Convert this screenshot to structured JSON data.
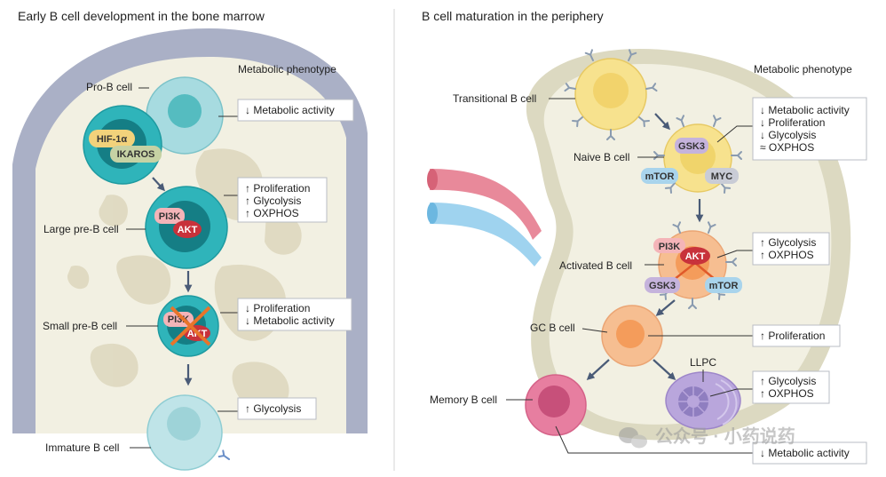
{
  "left_panel": {
    "title": "Early B cell development in the bone marrow",
    "metabolic_header": "Metabolic phenotype",
    "cells": [
      {
        "name": "Pro-B cell",
        "phenotype": [
          "↓ Metabolic activity"
        ]
      },
      {
        "name": "Large pre-B cell",
        "phenotype": [
          "↑ Proliferation",
          "↑ Glycolysis",
          "↑ OXPHOS"
        ]
      },
      {
        "name": "Small pre-B cell",
        "phenotype": [
          "↓ Proliferation",
          "↓ Metabolic activity"
        ]
      },
      {
        "name": "Immature B cell",
        "phenotype": [
          "↑ Glycolysis"
        ]
      }
    ],
    "proteins": {
      "hif": "HIF-1α",
      "ikaros": "IKAROS",
      "pi3k": "PI3K",
      "akt": "AKT"
    }
  },
  "right_panel": {
    "title": "B cell maturation in the periphery",
    "metabolic_header": "Metabolic phenotype",
    "cells": [
      {
        "name": "Transitional B cell",
        "phenotype": []
      },
      {
        "name": "Naive B cell",
        "phenotype": [
          "↓ Metabolic activity",
          "↓ Proliferation",
          "↓ Glycolysis",
          "≈ OXPHOS"
        ]
      },
      {
        "name": "Activated B cell",
        "phenotype": [
          "↑ Glycolysis",
          "↑ OXPHOS"
        ]
      },
      {
        "name": "GC B cell",
        "phenotype": [
          "↑ Proliferation"
        ]
      },
      {
        "name": "Memory B cell",
        "phenotype": [
          "↓ Metabolic activity"
        ]
      },
      {
        "name": "LLPC",
        "phenotype": [
          "↑ Glycolysis",
          "↑ OXPHOS"
        ]
      }
    ],
    "proteins": {
      "gsk3": "GSK3",
      "mtor": "mTOR",
      "myc": "MYC",
      "pi3k": "PI3K",
      "akt": "AKT"
    }
  },
  "watermark": "公众号 · 小药说药",
  "colors": {
    "bone_outer": "#aab0c6",
    "marrow": "#f2f0e2",
    "pro_b": "#a7dbe0",
    "pre_b": "#2fb4ba",
    "pi3k": "#f4b4b8",
    "akt": "#c8323b",
    "transitional": "#f7e28e",
    "naive": "#f0d46b",
    "activated": "#f6be91",
    "gc": "#f49c5b",
    "memory": "#e77ea0",
    "llpc": "#b9a6dc",
    "protein_blue": "#a9d4ec",
    "protein_purple": "#c5b3dc"
  }
}
